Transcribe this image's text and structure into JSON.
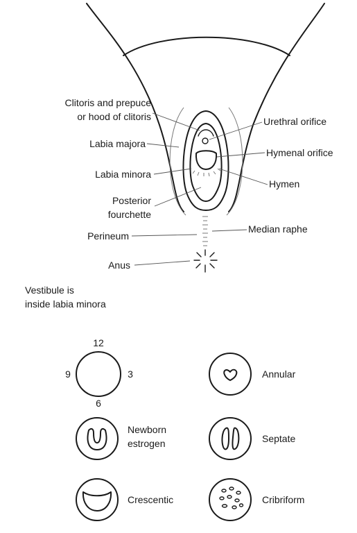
{
  "anatomy": {
    "clitoris_line1": "Clitoris and prepuce",
    "clitoris_line2": "or hood of clitoris",
    "labia_majora": "Labia majora",
    "labia_minora": "Labia minora",
    "posterior_line1": "Posterior",
    "posterior_line2": "fourchette",
    "perineum": "Perineum",
    "anus": "Anus",
    "urethral_orifice": "Urethral orifice",
    "hymenal_orifice": "Hymenal orifice",
    "hymen": "Hymen",
    "median_raphe": "Median raphe",
    "vestibule_line1": "Vestibule is",
    "vestibule_line2": "inside labia minora"
  },
  "clock": {
    "twelve": "12",
    "nine": "9",
    "three": "3",
    "six": "6"
  },
  "hymen_types": {
    "annular": "Annular",
    "newborn_line1": "Newborn",
    "newborn_line2": "estrogen",
    "septate": "Septate",
    "crescentic": "Crescentic",
    "cribriform": "Cribriform"
  },
  "colors": {
    "ink": "#1a1a1a",
    "background": "#ffffff"
  }
}
